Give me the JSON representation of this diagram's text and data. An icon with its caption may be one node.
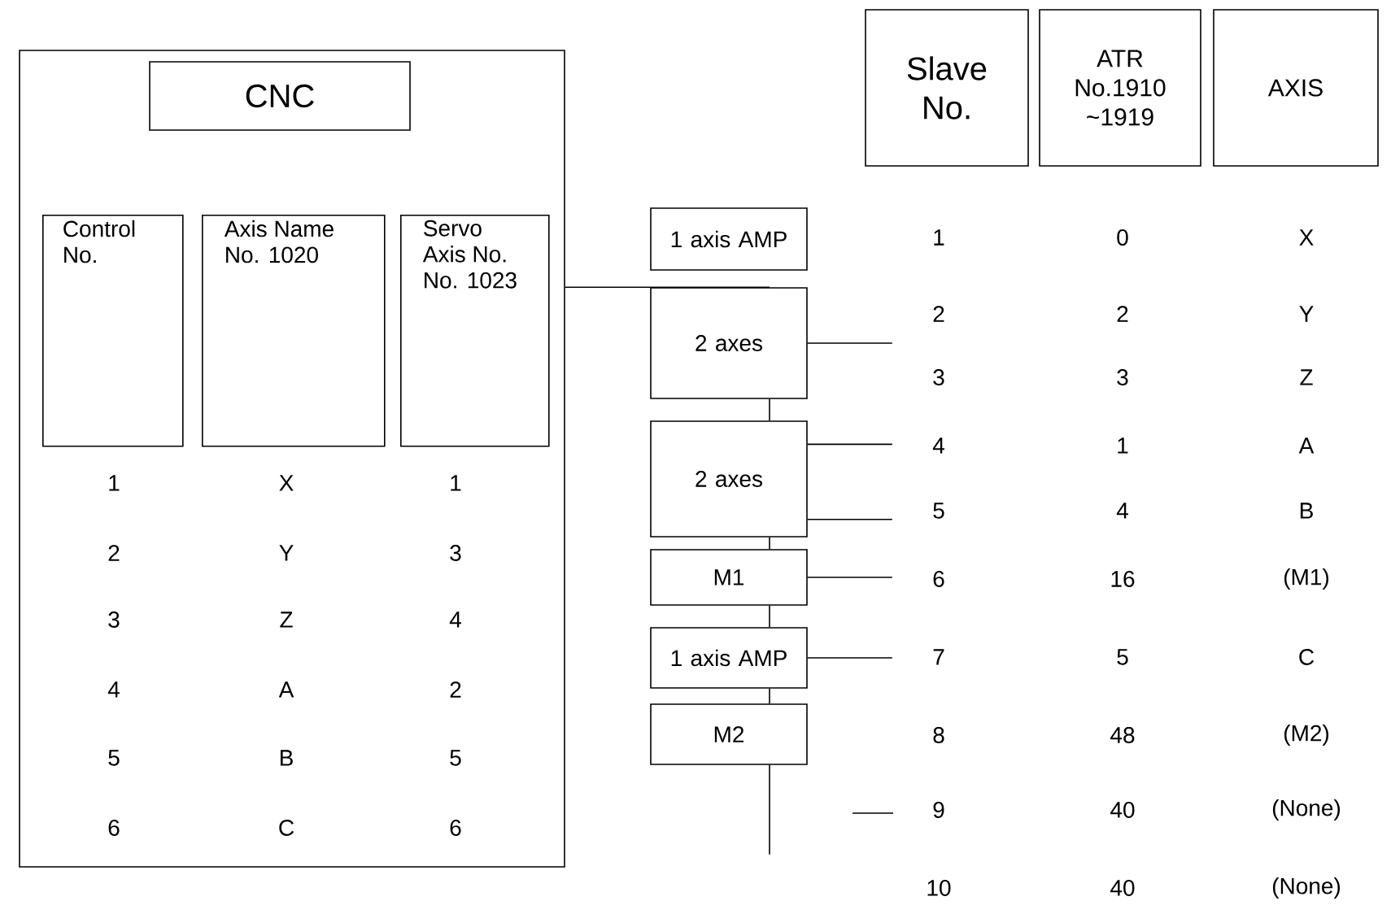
{
  "diagram": {
    "nodes": [
      {
        "text": [],
        "shape": "box"
      },
      {
        "text": [
          "CNC"
        ],
        "in": 0
      },
      {
        "text": [
          "Control No."
        ],
        "in": 0
      },
      {
        "text": [
          "Axis Name No. 1020"
        ],
        "in": 0
      },
      {
        "text": [
          "Servo Axis No. No. 1023"
        ],
        "in": 0
      },
      {
        "text": [
          "1 axis AMP"
        ]
      },
      {
        "text": [
          "2 axes"
        ]
      },
      {
        "text": [
          "2 axes"
        ]
      },
      {
        "text": [
          "M1"
        ]
      },
      {
        "text": [
          "1 axis AMP"
        ]
      },
      {
        "text": [
          "M2"
        ]
      },
      {
        "text": [
          "Slave No."
        ]
      },
      {
        "text": [
          "ATR No.1910 ~1919"
        ]
      },
      {
        "text": [
          "AXIS"
        ]
      }
    ],
    "edges": [
      {
        "from": 0,
        "to": 6,
        "arrow": "none"
      },
      {
        "from": 6,
        "to": 7,
        "arrow": "none"
      },
      {
        "from": 7,
        "to": 8,
        "arrow": "none"
      },
      {
        "from": 8,
        "to": 9,
        "arrow": "none"
      },
      {
        "from": 9,
        "to": 10,
        "arrow": "none"
      },
      {
        "from": 10,
        "to": null,
        "arrow": "none"
      },
      {
        "from": 6,
        "to": null,
        "arrow": "none"
      },
      {
        "from": 7,
        "to": null,
        "arrow": "none"
      },
      {
        "from": 7,
        "to": null,
        "arrow": "none"
      },
      {
        "from": 8,
        "to": null,
        "arrow": "none"
      },
      {
        "from": 9,
        "to": null,
        "arrow": "none"
      }
    ],
    "labels": [
      "1",
      "X",
      "1",
      "2",
      "Y",
      "3",
      "3",
      "Z",
      "4",
      "4",
      "A",
      "2",
      "5",
      "B",
      "5",
      "6",
      "C",
      "6",
      "1",
      "0",
      "X",
      "2",
      "2",
      "Y",
      "3",
      "3",
      "Z",
      "4",
      "1",
      "A",
      "5",
      "4",
      "B",
      "6",
      "16",
      "(M1)",
      "7",
      "5",
      "C",
      "8",
      "48",
      "(M2)",
      "9",
      "40",
      "(None)",
      "10",
      "40",
      "(None)"
    ]
  }
}
